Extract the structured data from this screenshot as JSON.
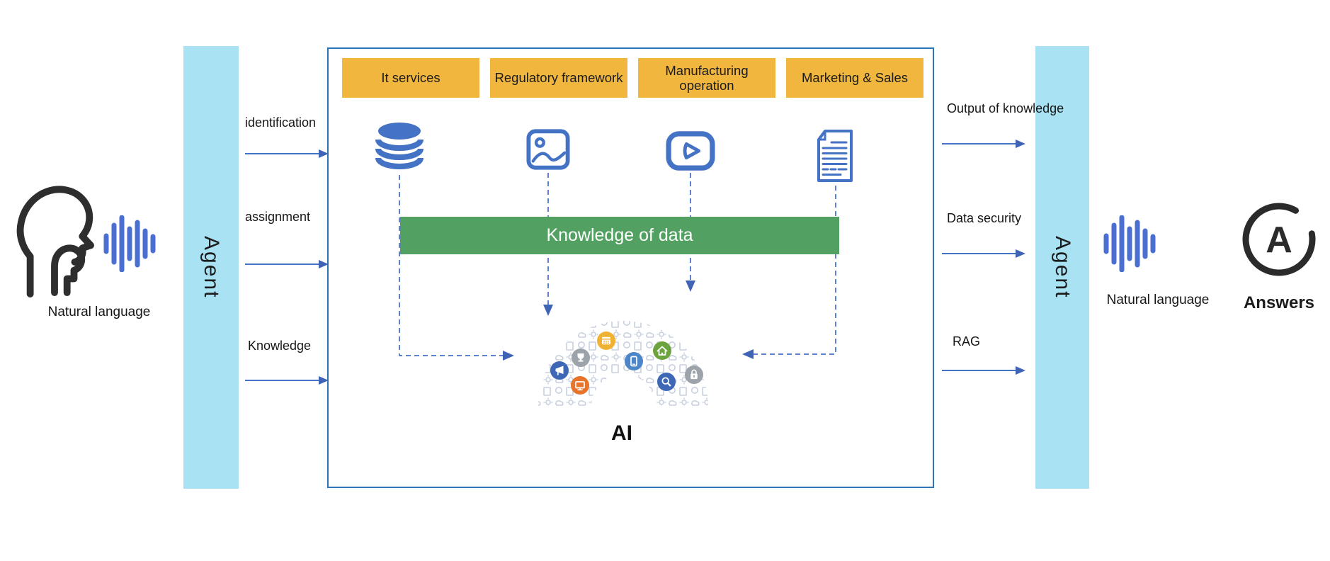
{
  "input": {
    "speaker_label": "Natural language",
    "agent_label": "Agent",
    "steps": [
      {
        "label": "identification"
      },
      {
        "label": "assignment"
      },
      {
        "label": "Knowledge"
      }
    ]
  },
  "knowledge": {
    "domains": [
      {
        "label": "It services",
        "icon": "database-icon"
      },
      {
        "label": "Regulatory framework",
        "icon": "image-icon"
      },
      {
        "label": "Manufacturing operation",
        "icon": "video-play-icon"
      },
      {
        "label": "Marketing & Sales",
        "icon": "document-icon"
      }
    ],
    "bar_label": "Knowledge of data",
    "ai_label": "AI"
  },
  "output": {
    "steps": [
      {
        "label": "Output of knowledge"
      },
      {
        "label": "Data security"
      },
      {
        "label": "RAG"
      }
    ],
    "agent_label": "Agent",
    "speaker_label": "Natural language",
    "answers_label": "Answers",
    "answers_monogram": "A"
  },
  "colors": {
    "accent_blue": "#4472C4",
    "dashed_blue": "#5B82D4",
    "agent_bar_blue": "#A9E2F3",
    "domain_yellow": "#F1B63E",
    "knowledge_green": "#52A162",
    "box_border_blue": "#2E75B6"
  }
}
